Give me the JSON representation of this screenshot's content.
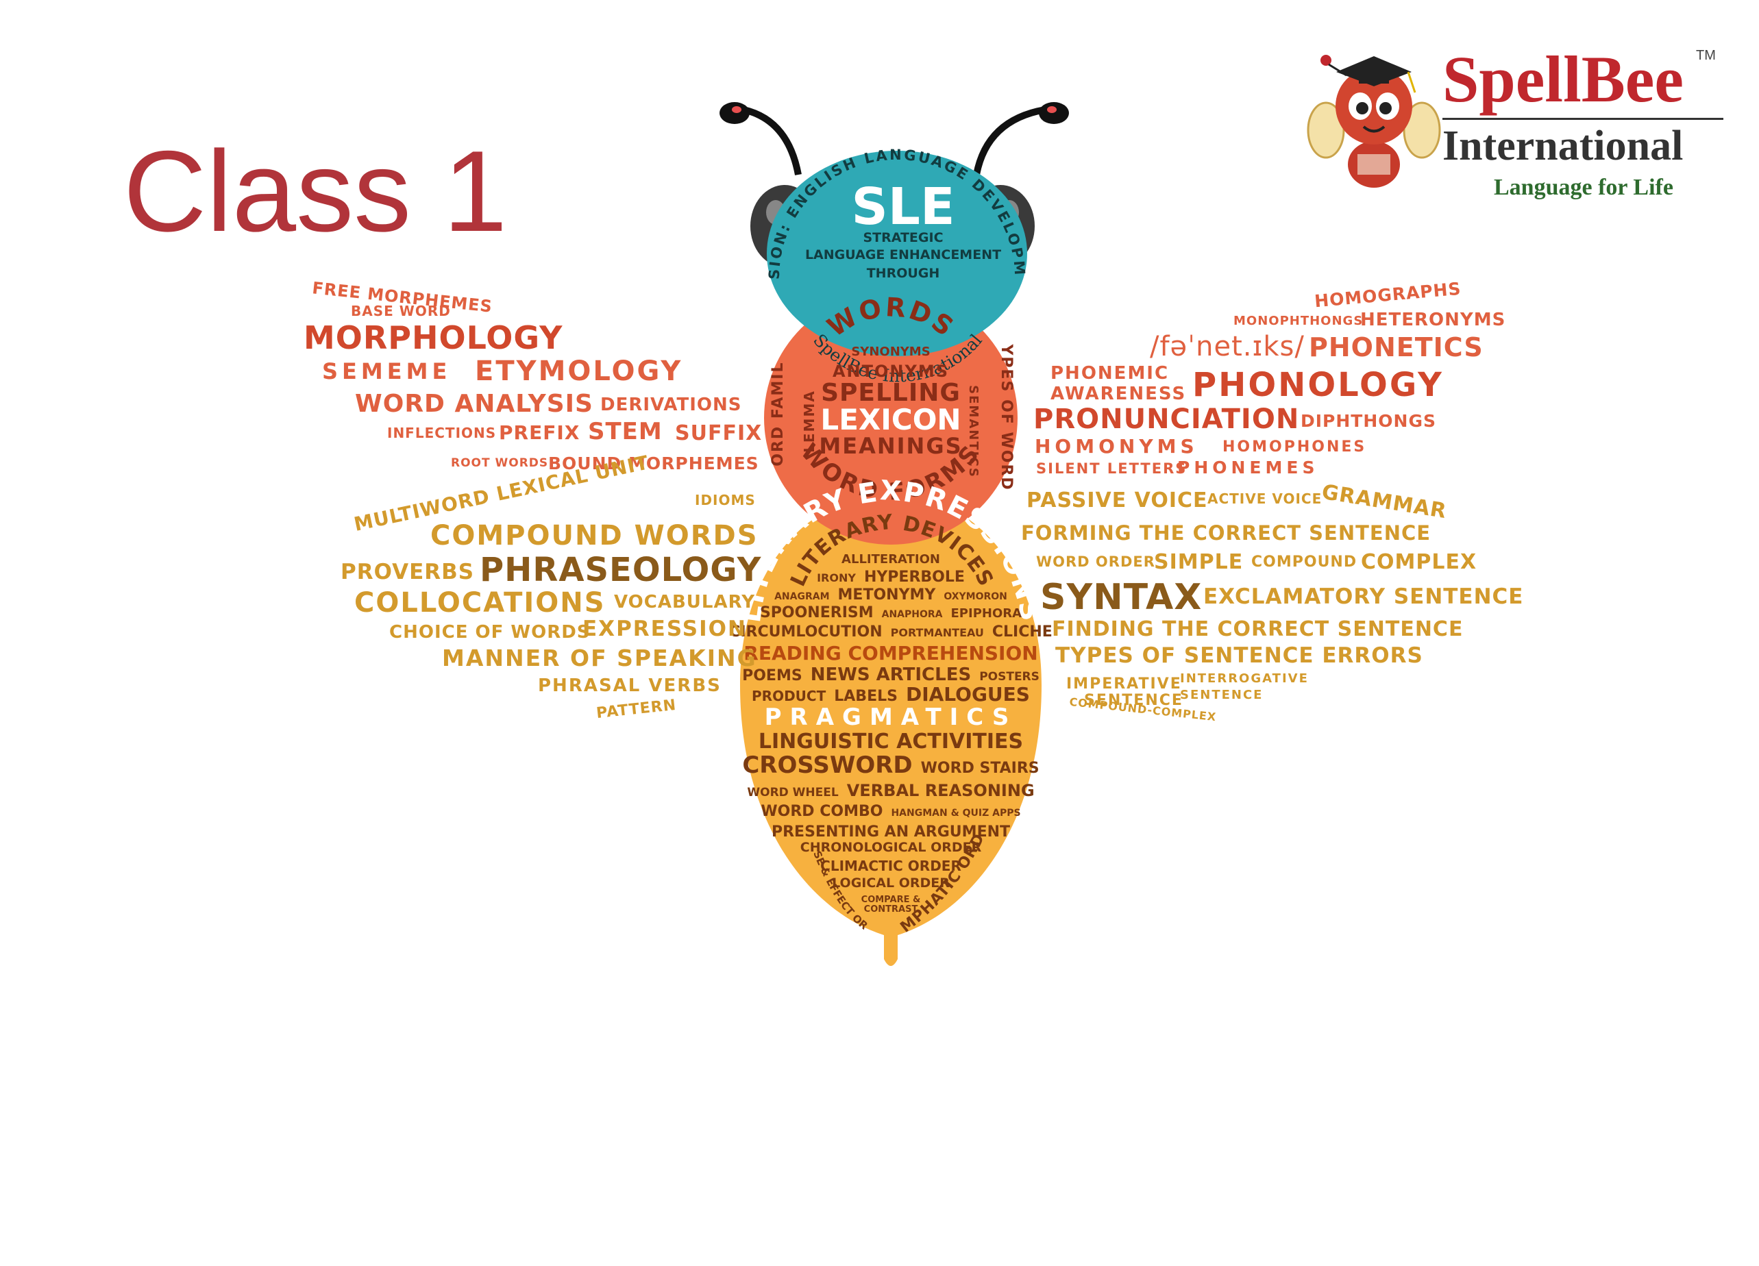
{
  "slide": {
    "title": "Class 1"
  },
  "logo": {
    "name": "SpellBee",
    "tm": "TM",
    "subtitle": "International",
    "tagline": "Language for Life"
  },
  "colors": {
    "title": "#b1343a",
    "head": "#2fa9b5",
    "thorax": "#ee6c48",
    "abdomen": "#f7b13f",
    "left_wing_top": "#e0603f",
    "left_wing_bottom": "#d39a2c",
    "right_wing_top": "#e0603f",
    "right_wing_bottom": "#d39a2c"
  },
  "head": {
    "curved_top": "MISSION: ENGLISH LANGUAGE DEVELOPMENT",
    "curved_bottom": "SpellBee International",
    "acronym": "SLE",
    "line1": "STRATEGIC",
    "line2": "LANGUAGE ENHANCEMENT",
    "line3": "THROUGH"
  },
  "thorax": {
    "arc": "WORDS",
    "bottom_arc": "WORD FORMS",
    "left_vertical": "WORD FAMILY",
    "left_vertical2": "LEMMA",
    "right_vertical": "TYPES OF WORDS",
    "right_vertical2": "SEMANTICS",
    "synonyms": "SYNONYMS",
    "antonyms": "ANTONYMS",
    "spelling": "SPELLING",
    "lexicon": "LEXICON",
    "meanings": "MEANINGS"
  },
  "abdomen": {
    "arc1": "LITERARY EXPRESSIONS",
    "arc2": "LITERARY DEVICES",
    "lines": [
      [
        "ALLITERATION"
      ],
      [
        "IRONY",
        "HYPERBOLE"
      ],
      [
        "ANAGRAM",
        "METONYMY",
        "OXYMORON"
      ],
      [
        "SPOONERISM",
        "ANAPHORA",
        "EPIPHORA"
      ],
      [
        "CIRCUMLOCUTION",
        "PORTMANTEAU",
        "CLICHE"
      ],
      [
        "READING COMPREHENSION"
      ],
      [
        "POEMS",
        "NEWS ARTICLES",
        "POSTERS"
      ],
      [
        "PRODUCT",
        "LABELS",
        "DIALOGUES"
      ],
      [
        "PRAGMATICS"
      ],
      [
        "LINGUISTIC ACTIVITIES"
      ],
      [
        "CROSSWORD",
        "WORD STAIRS"
      ],
      [
        "WORD WHEEL",
        "VERBAL REASONING"
      ],
      [
        "WORD COMBO",
        "HANGMAN & QUIZ APPS"
      ],
      [
        "PRESENTING AN ARGUMENT"
      ],
      [
        "CHRONOLOGICAL ORDER"
      ],
      [
        "CLIMACTIC ORDER"
      ],
      [
        "LOGICAL ORDER"
      ],
      [
        "COMPARE &"
      ],
      [
        "CONTRAST"
      ]
    ],
    "left_arc": "CAUSE & EFFECT ORDER",
    "right_arc": "EMPHATIC ORDER"
  },
  "left_wing_top": {
    "free_morphemes": "FREE MORPHEMES",
    "base_word": "BASE WORD",
    "morphology": "MORPHOLOGY",
    "sememe": "SEMEME",
    "etymology": "ETYMOLOGY",
    "word_analysis": "WORD ANALYSIS",
    "derivations": "DERIVATIONS",
    "inflections": "INFLECTIONS",
    "prefix": "PREFIX",
    "stem": "STEM",
    "suffix": "SUFFIX",
    "root_words": "ROOT WORDS",
    "bound_morphemes": "BOUND MORPHEMES"
  },
  "left_wing_bottom": {
    "multiword": "MULTIWORD LEXICAL UNIT",
    "idioms": "IDIOMS",
    "compound_words": "COMPOUND WORDS",
    "proverbs": "PROVERBS",
    "phraseology": "PHRASEOLOGY",
    "collocations": "COLLOCATIONS",
    "vocabulary": "VOCABULARY",
    "choice_of_words": "CHOICE OF WORDS",
    "expression": "EXPRESSION",
    "manner_of_speaking": "MANNER OF SPEAKING",
    "phrasal_verbs": "PHRASAL VERBS",
    "pattern": "PATTERN"
  },
  "right_wing_top": {
    "homographs": "HOMOGRAPHS",
    "monophthongs": "MONOPHTHONGS",
    "heteronyms": "HETERONYMS",
    "ipa": "/fəˈnet.ɪks/",
    "phonetics": "PHONETICS",
    "phonemic": "PHONEMIC",
    "awareness": "AWARENESS",
    "phonology": "PHONOLOGY",
    "pronunciation": "PRONUNCIATION",
    "diphthongs": "DIPHTHONGS",
    "homonyms": "HOMONYMS",
    "homophones": "HOMOPHONES",
    "silent_letters": "SILENT LETTERS",
    "phonemes": "PHONEMES"
  },
  "right_wing_bottom": {
    "passive_voice": "PASSIVE VOICE",
    "active_voice": "ACTIVE VOICE",
    "grammar": "GRAMMAR",
    "forming": "FORMING THE CORRECT SENTENCE",
    "word_order": "WORD ORDER",
    "simple": "SIMPLE",
    "compound": "COMPOUND",
    "complex": "COMPLEX",
    "syntax": "SYNTAX",
    "exclamatory": "EXCLAMATORY SENTENCE",
    "finding": "FINDING THE CORRECT SENTENCE",
    "types_errors": "TYPES OF SENTENCE ERRORS",
    "imperative": "IMPERATIVE",
    "sentence1": "SENTENCE",
    "interrogative": "INTERROGATIVE",
    "sentence2": "SENTENCE",
    "compound_complex": "COMPOUND-COMPLEX"
  }
}
